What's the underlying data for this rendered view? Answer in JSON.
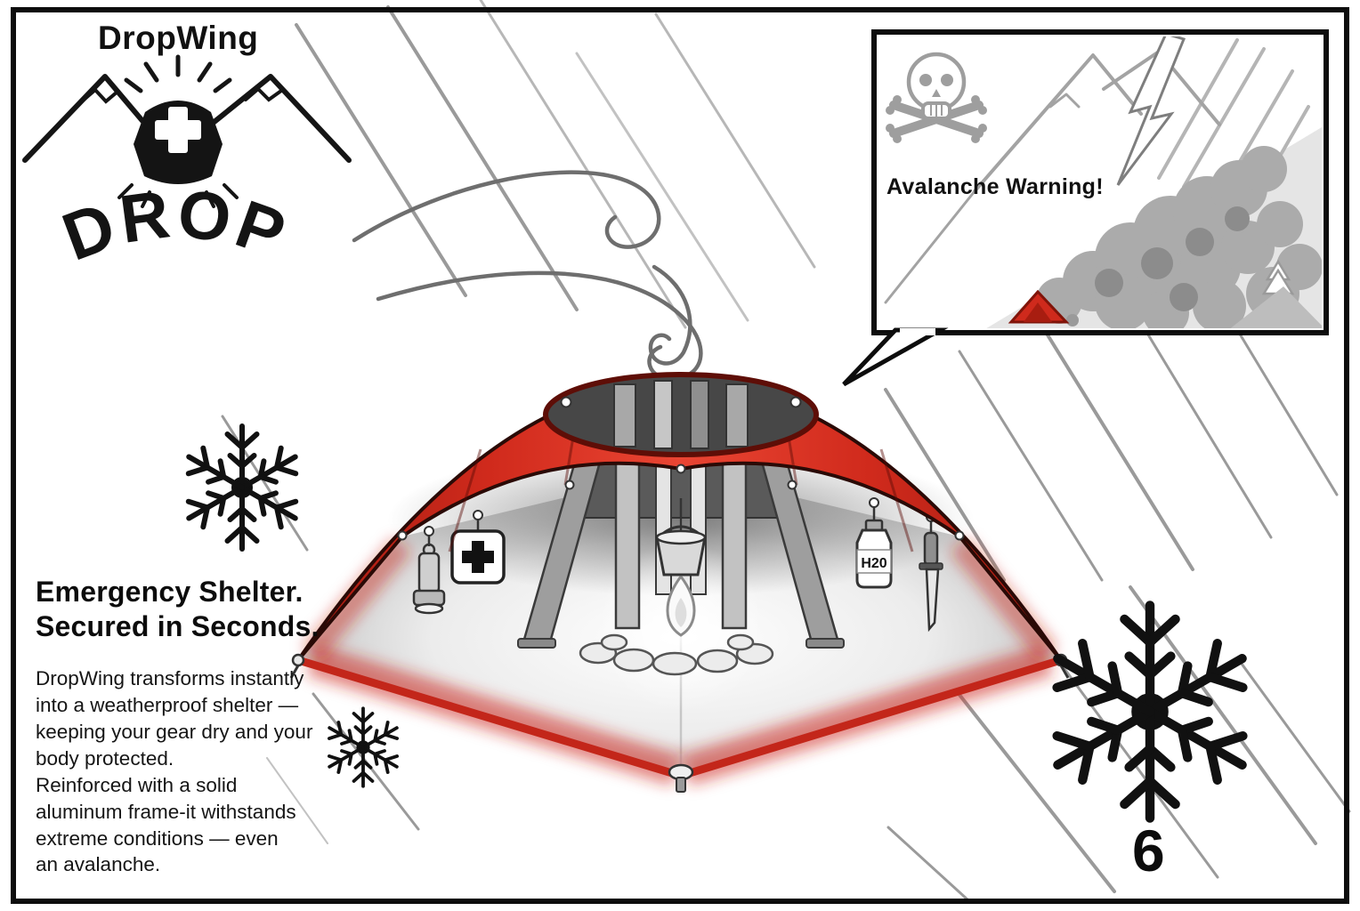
{
  "logo": {
    "brand": "DropWing",
    "drop_text": "DROP"
  },
  "warning_panel": {
    "caption": "Avalanche Warning!"
  },
  "left_copy": {
    "headline": "Emergency Shelter.\nSecured in Seconds.",
    "body": "DropWing transforms instantly\ninto a weatherproof shelter —\nkeeping your gear dry and your\nbody protected.\nReinforced with a solid\naluminum frame-it withstands\nextreme conditions — even\nan avalanche."
  },
  "tent": {
    "water_bottle_label": "H20"
  },
  "page_number": "6",
  "colors": {
    "tent_red": "#d62b1f",
    "sketch_gray": "#9a9a9a",
    "ink": "#111111"
  }
}
